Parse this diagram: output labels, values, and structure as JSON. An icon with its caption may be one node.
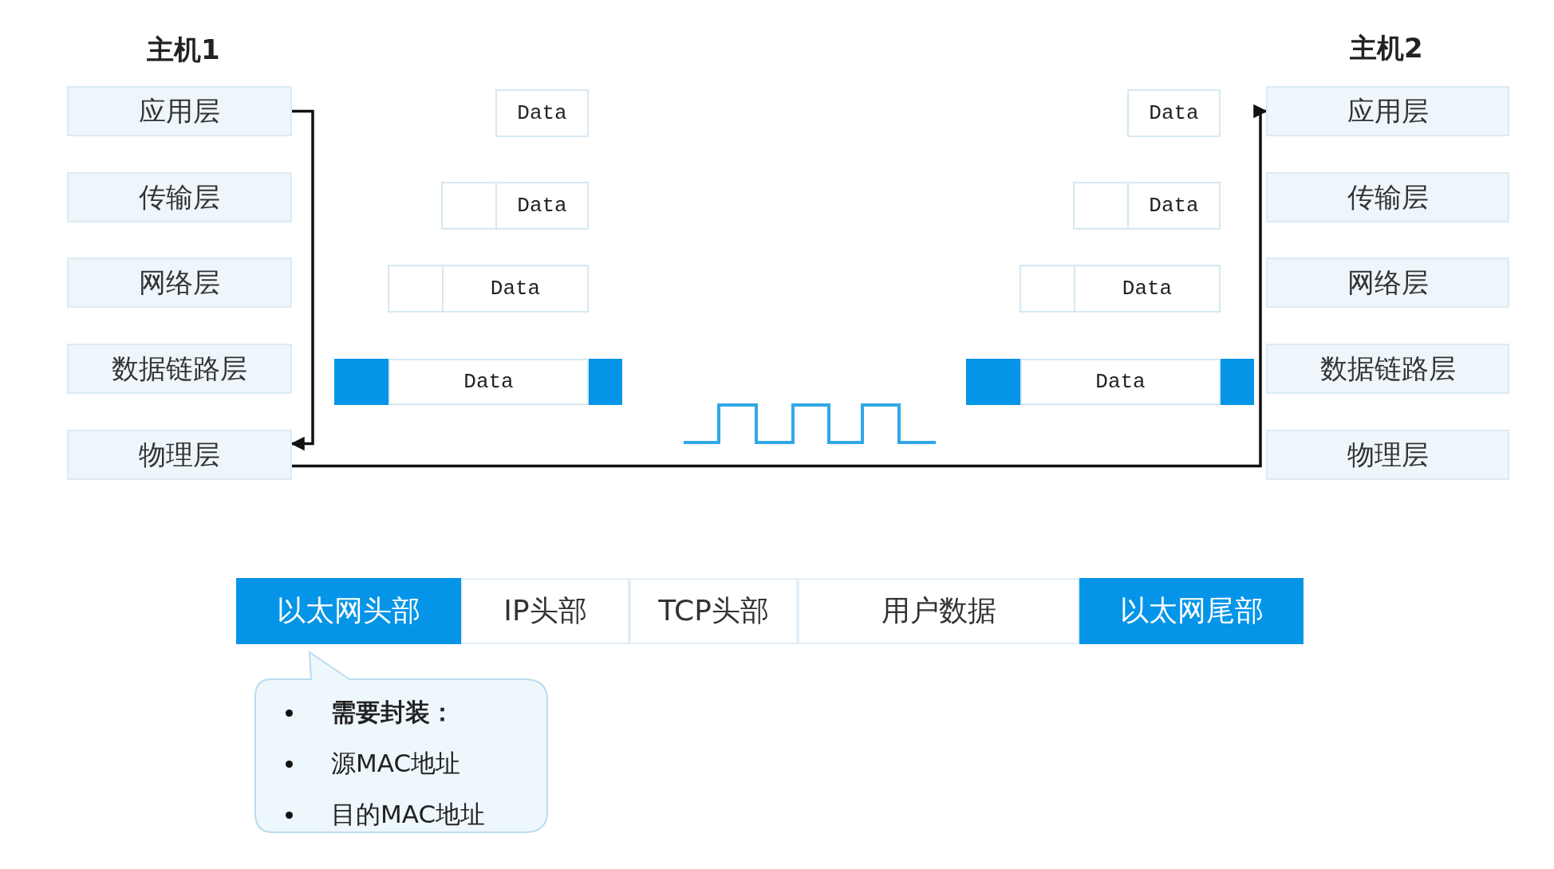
{
  "diagram": {
    "nodes": [
      {
        "text": [
          "应用层"
        ]
      },
      {
        "text": [
          "传输层"
        ]
      },
      {
        "text": [
          "网络层"
        ]
      },
      {
        "text": [
          "数据链路层"
        ]
      },
      {
        "text": [
          "物理层"
        ]
      },
      {
        "text": [
          "应用层"
        ]
      },
      {
        "text": [
          "传输层"
        ]
      },
      {
        "text": [
          "网络层"
        ]
      },
      {
        "text": [
          "数据链路层"
        ]
      },
      {
        "text": [
          "物理层"
        ]
      },
      {
        "text": [
          "Data"
        ]
      },
      {
        "text": [],
        "shape": "box"
      },
      {
        "text": [
          "Data"
        ]
      },
      {
        "text": [],
        "shape": "box"
      },
      {
        "text": [
          "Data"
        ]
      },
      {
        "text": [],
        "shape": "box"
      },
      {
        "text": [
          "Data"
        ]
      },
      {
        "text": [],
        "shape": "box"
      },
      {
        "text": [
          "Data"
        ]
      },
      {
        "text": [],
        "shape": "box"
      },
      {
        "text": [
          "Data"
        ]
      },
      {
        "text": [],
        "shape": "box"
      },
      {
        "text": [
          "Data"
        ]
      },
      {
        "text": [],
        "shape": "box"
      },
      {
        "text": [
          "Data"
        ]
      },
      {
        "text": [],
        "shape": "box"
      },
      {
        "text": [
          "以太网头部"
        ]
      },
      {
        "text": [
          "IP头部"
        ]
      },
      {
        "text": [
          "TCP头部"
        ]
      },
      {
        "text": [
          "用户数据"
        ]
      },
      {
        "text": [
          "以太网尾部"
        ]
      },
      {
        "text": [
          "需要封装：",
          "源MAC地址",
          "目的MAC地址"
        ]
      }
    ],
    "edges": [
      {
        "from": 0,
        "to": 4,
        "arrow": "to"
      },
      {
        "from": 4,
        "to": 5,
        "arrow": "to"
      }
    ],
    "labels": [
      "主机1",
      "主机2"
    ]
  }
}
